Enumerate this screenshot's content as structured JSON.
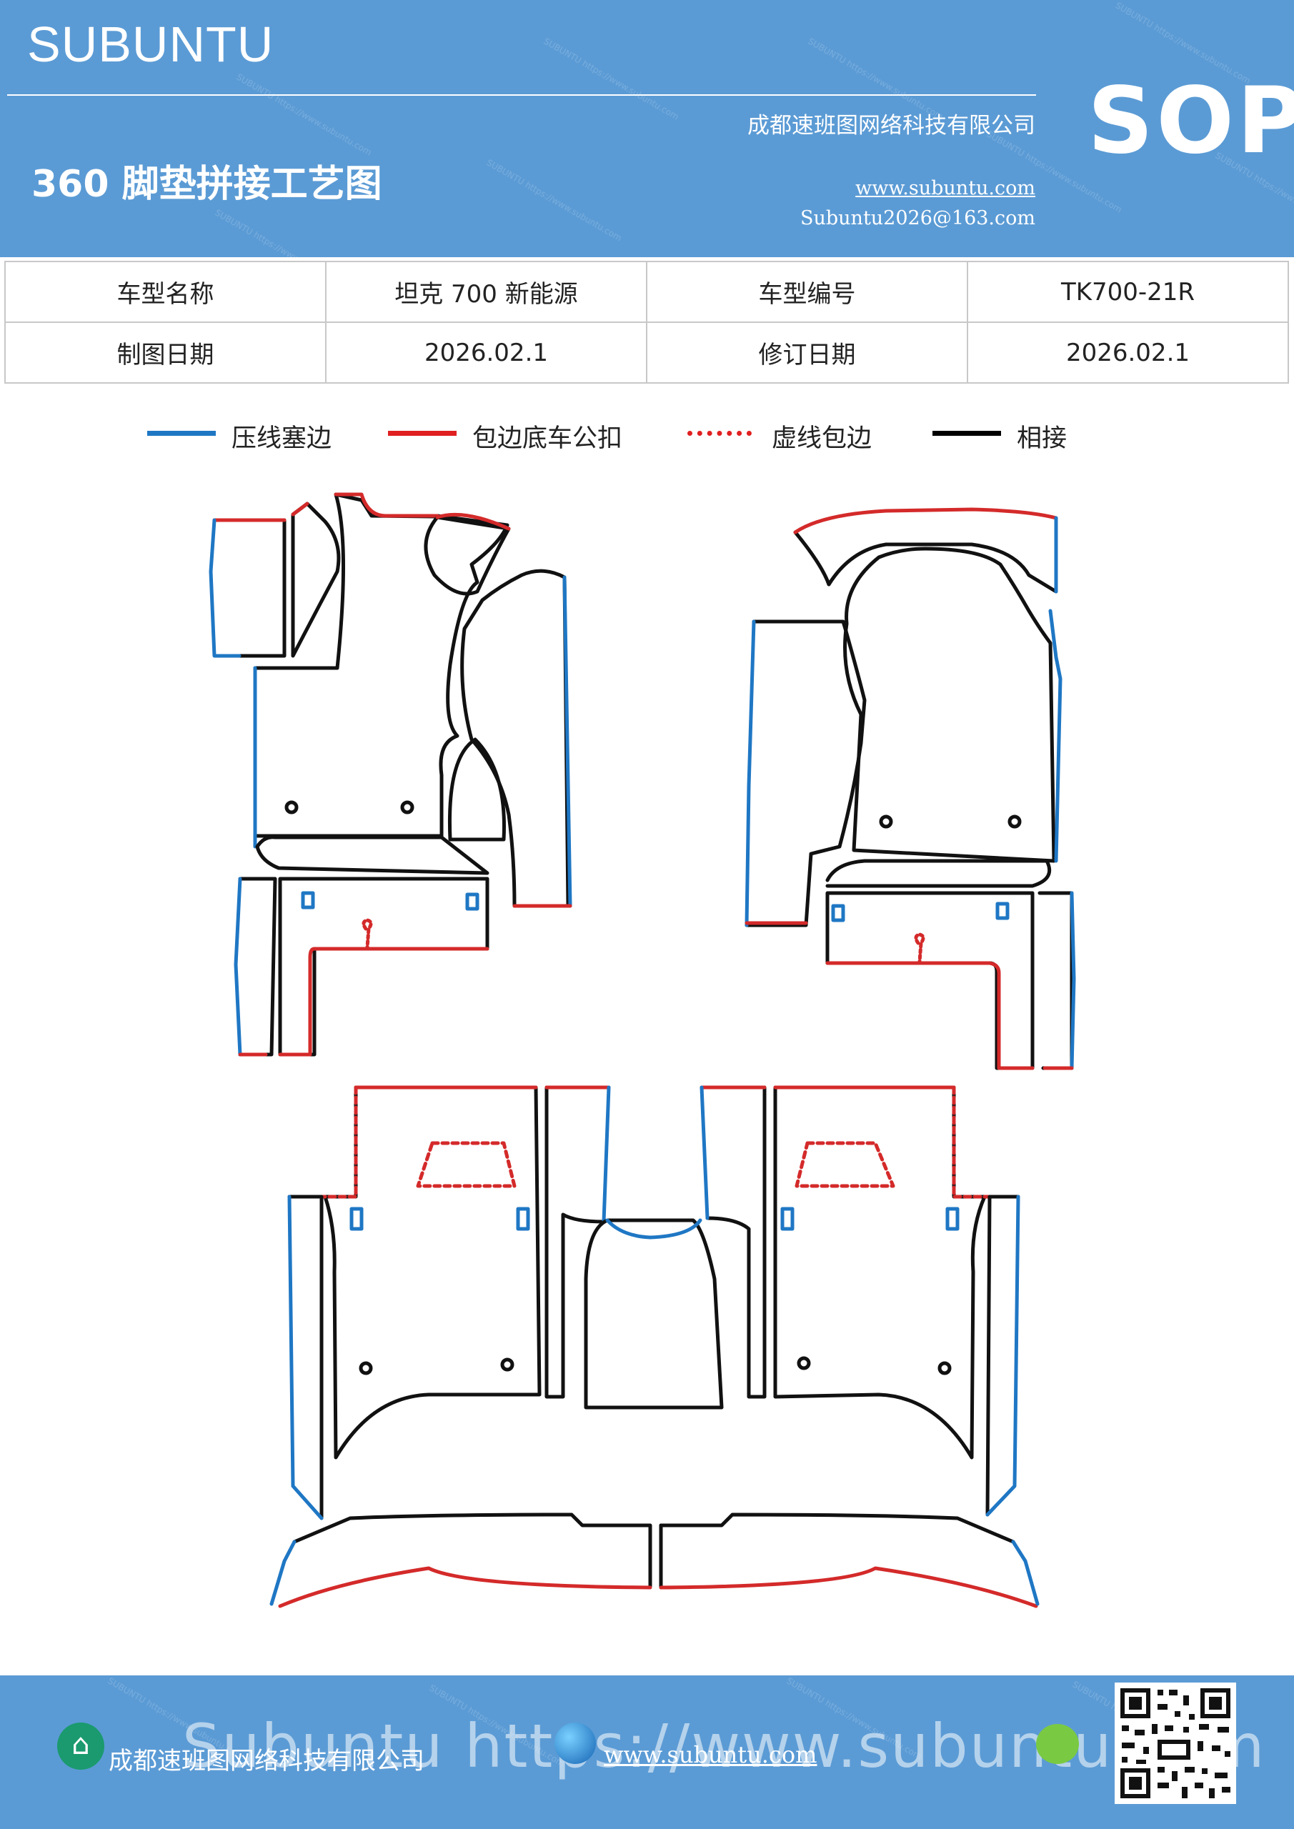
{
  "header": {
    "brand": "SUBUNTU",
    "company": "成都速班图网络科技有限公司",
    "title": "360 脚垫拼接工艺图",
    "url": "www.subuntu.com",
    "email": "Subuntu2026@163.com",
    "badge": "SOP"
  },
  "info_table": {
    "rows": [
      [
        "车型名称",
        "坦克 700 新能源",
        "车型编号",
        "TK700-21R"
      ],
      [
        "制图日期",
        "2026.02.1",
        "修订日期",
        "2026.02.1"
      ]
    ]
  },
  "legend": [
    {
      "label": "压线塞边",
      "color": "#1f77c4",
      "style": "solid"
    },
    {
      "label": "包边底车公扣",
      "color": "#e02020",
      "style": "solid"
    },
    {
      "label": "虚线包边",
      "color": "#e02020",
      "style": "dotted"
    },
    {
      "label": "相接",
      "color": "#000000",
      "style": "solid"
    }
  ],
  "colors": {
    "blue": "#1f77c4",
    "red": "#d42a2a",
    "black": "#111111",
    "header_bg": "#5b9bd5"
  },
  "footer": {
    "company": "成都速班图网络科技有限公司",
    "url": "www.subuntu.com",
    "watermark": "Subuntu https://www.subuntu.com"
  }
}
